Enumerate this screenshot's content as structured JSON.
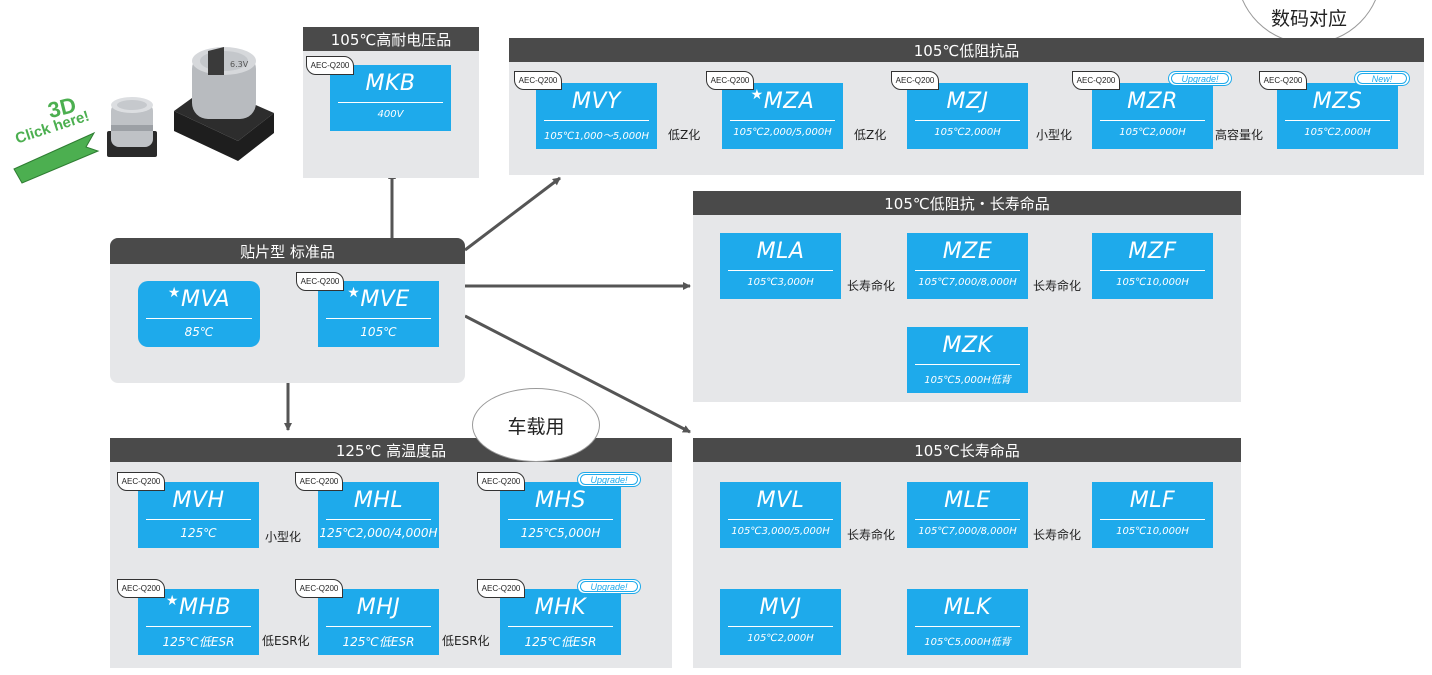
{
  "bubbles": {
    "digital": "数码对应",
    "automotive": "车载用"
  },
  "click_3d": {
    "big": "3D",
    "small": "Click here!"
  },
  "aec_label": "AEC-Q200",
  "panels": {
    "mkb_group": {
      "header": "105℃高耐电压品"
    },
    "low_z": {
      "header": "105℃低阻抗品"
    },
    "low_z_long": {
      "header": "105℃低阻抗・长寿命品"
    },
    "standard": {
      "header": "贴片型 标准品"
    },
    "high_temp": {
      "header": "125℃ 高温度品"
    },
    "long_life": {
      "header": "105℃长寿命品"
    }
  },
  "products": {
    "MKB": {
      "name": "MKB",
      "spec": "400V"
    },
    "MVY": {
      "name": "MVY",
      "spec": "105℃1,000〜5,000H"
    },
    "MZA": {
      "name": "MZA",
      "spec": "105℃2,000/5,000H"
    },
    "MZJ": {
      "name": "MZJ",
      "spec": "105℃2,000H"
    },
    "MZR": {
      "name": "MZR",
      "spec": "105℃2,000H"
    },
    "MZS": {
      "name": "MZS",
      "spec": "105℃2,000H"
    },
    "MLA": {
      "name": "MLA",
      "spec": "105℃3,000H"
    },
    "MZE": {
      "name": "MZE",
      "spec": "105℃7,000/8,000H"
    },
    "MZF": {
      "name": "MZF",
      "spec": "105℃10,000H"
    },
    "MZK": {
      "name": "MZK",
      "spec": "105℃5,000H低背"
    },
    "MVA": {
      "name": "MVA",
      "spec": "85℃"
    },
    "MVE": {
      "name": "MVE",
      "spec": "105℃"
    },
    "MVH": {
      "name": "MVH",
      "spec": "125℃"
    },
    "MHL": {
      "name": "MHL",
      "spec": "125℃2,000/4,000H"
    },
    "MHS": {
      "name": "MHS",
      "spec": "125℃5,000H"
    },
    "MHB": {
      "name": "MHB",
      "spec": "125℃低ESR"
    },
    "MHJ": {
      "name": "MHJ",
      "spec": "125℃低ESR"
    },
    "MHK": {
      "name": "MHK",
      "spec": "125℃低ESR"
    },
    "MVL": {
      "name": "MVL",
      "spec": "105℃3,000/5,000H"
    },
    "MLE": {
      "name": "MLE",
      "spec": "105℃7,000/8,000H"
    },
    "MLF": {
      "name": "MLF",
      "spec": "105℃10,000H"
    },
    "MVJ": {
      "name": "MVJ",
      "spec": "105℃2,000H"
    },
    "MLK": {
      "name": "MLK",
      "spec": "105℃5,000H低背"
    }
  },
  "badges": {
    "upgrade": "Upgrade!",
    "new": "New!"
  },
  "arrow_labels": {
    "low_z": "低Z化",
    "miniaturize": "小型化",
    "high_capacity": "高容量化",
    "long_life": "长寿命化",
    "low_esr": "低ESR化"
  },
  "colors": {
    "product": "#1eaaeb",
    "panel": "#e6e7e9",
    "header": "#4a4a4a",
    "arrow": "#555555",
    "click_green": "#4caf50"
  }
}
